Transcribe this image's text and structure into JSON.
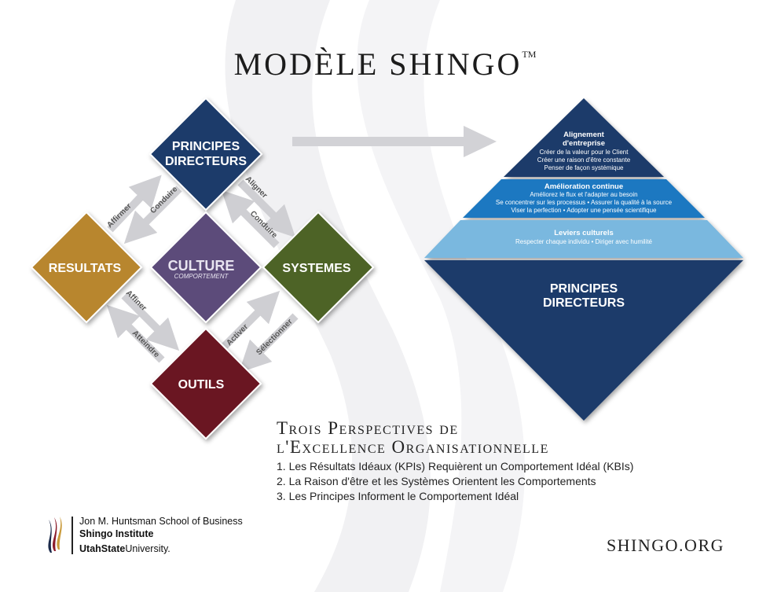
{
  "title": {
    "text": "Modèle Shingo",
    "tm": "TM"
  },
  "model": {
    "principes": [
      "PRINCIPES",
      "DIRECTEURS"
    ],
    "resultats": "RESULTATS",
    "culture": "CULTURE",
    "comportement": "COMPORTEMENT",
    "systemes": "SYSTEMES",
    "outils": "OUTILS",
    "arrows": {
      "affirmer": "Affirmer",
      "conduire_left": "Conduire",
      "aligner": "Aligner",
      "conduire_right": "Conduire",
      "affiner": "Affiner",
      "atteindre": "Atteindre",
      "activer": "Activer",
      "selectionner": "Sélectionner"
    }
  },
  "pyramid": {
    "top": {
      "title1": "Alignement",
      "title2": "d'entreprise",
      "lines": [
        "Créer de la valeur pour le Client",
        "Créer une raison d'être constante",
        "Penser de façon systémique"
      ]
    },
    "middle": {
      "title": "Amélioration continue",
      "lines": [
        "Améliorez le flux et l'adapter au besoin",
        "Se concentrer sur les processus  •  Assurer la qualité à la source",
        "Viser la perfection  •  Adopter une pensée scientifique"
      ]
    },
    "bottom": {
      "title": "Leviers culturels",
      "lines": [
        "Respecter chaque individu  •  Diriger avec humilité"
      ]
    },
    "base": [
      "PRINCIPES",
      "DIRECTEURS"
    ]
  },
  "perspectives": {
    "heading1": "Trois Perspectives de",
    "heading2": "l'Excellence Organisationnelle",
    "items": [
      "1. Les Résultats Idéaux (KPIs) Requièrent un Comportement Idéal (KBIs)",
      "2. La Raison d'être et les Systèmes Orientent les Comportements",
      "3. Les Principes Informent le Comportement Idéal"
    ]
  },
  "footer": {
    "school": "Jon M. Huntsman School of Business",
    "institute": "Shingo Institute",
    "usu_bold": "UtahState",
    "usu_rest": "University.",
    "website": "SHINGO.ORG"
  },
  "colors": {
    "navy": "#1b3a6b",
    "blue": "#1f78c1",
    "light_blue": "#7ab8df",
    "gold": "#b8862e",
    "purple": "#5b4b7a",
    "green": "#4d6328",
    "maroon": "#6b1424"
  }
}
